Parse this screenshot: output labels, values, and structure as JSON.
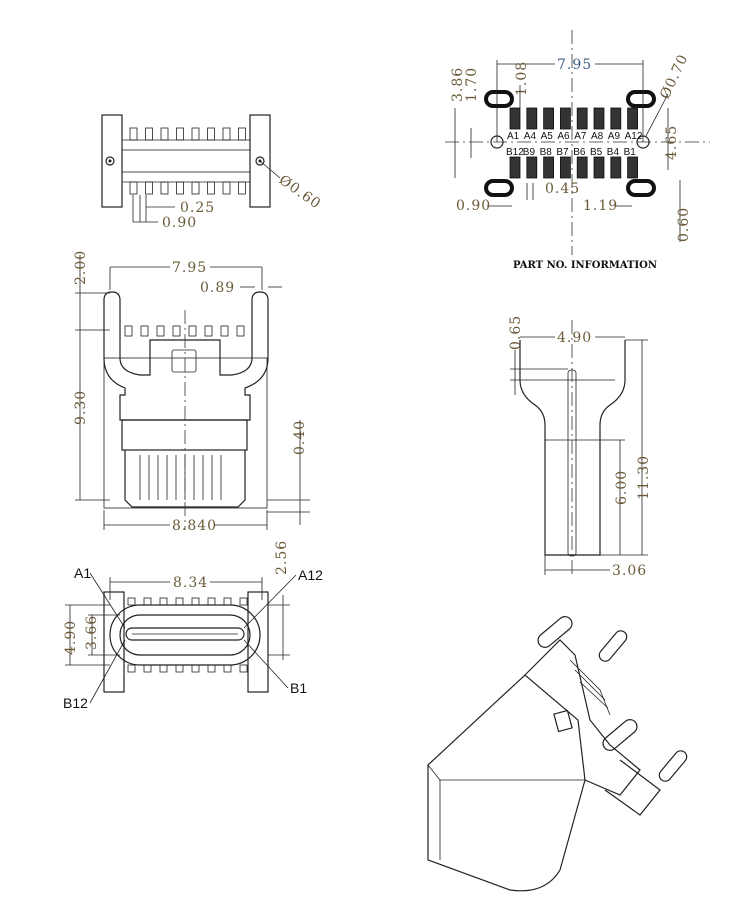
{
  "top_view": {
    "dims": {
      "pitch": "0.25",
      "width": "0.90",
      "hole": "Ø0.60"
    }
  },
  "footprint": {
    "dims": {
      "width": "7.95",
      "d386": "3.86",
      "d170": "1.70",
      "d108": "1.08",
      "hole": "Ø0.70",
      "d465": "4.65",
      "d090": "0.90",
      "d045": "0.45",
      "d119": "1.19",
      "d060": "0.60"
    },
    "pins_top": [
      "A1",
      "A4",
      "A5",
      "A6",
      "A7",
      "A8",
      "A9",
      "A12"
    ],
    "pins_bottom": [
      "B12",
      "B9",
      "B8",
      "B7",
      "B6",
      "B5",
      "B4",
      "B1"
    ],
    "caption": "PART NO. INFORMATION"
  },
  "front_view": {
    "dims": {
      "width": "7.95",
      "d200": "2.00",
      "d089": "0.89",
      "height": "9.30",
      "d040": "0.40",
      "total": "8.840"
    }
  },
  "side_view": {
    "dims": {
      "width": "4.90",
      "d065": "0.65",
      "d600": "6.00",
      "height": "11.30",
      "d306": "3.06"
    }
  },
  "bottom_view": {
    "dims": {
      "width": "8.34",
      "d256": "2.56",
      "d490": "4.90",
      "d366": "3.66"
    },
    "labels": {
      "a1": "A1",
      "a12": "A12",
      "b12": "B12",
      "b1": "B1"
    }
  }
}
